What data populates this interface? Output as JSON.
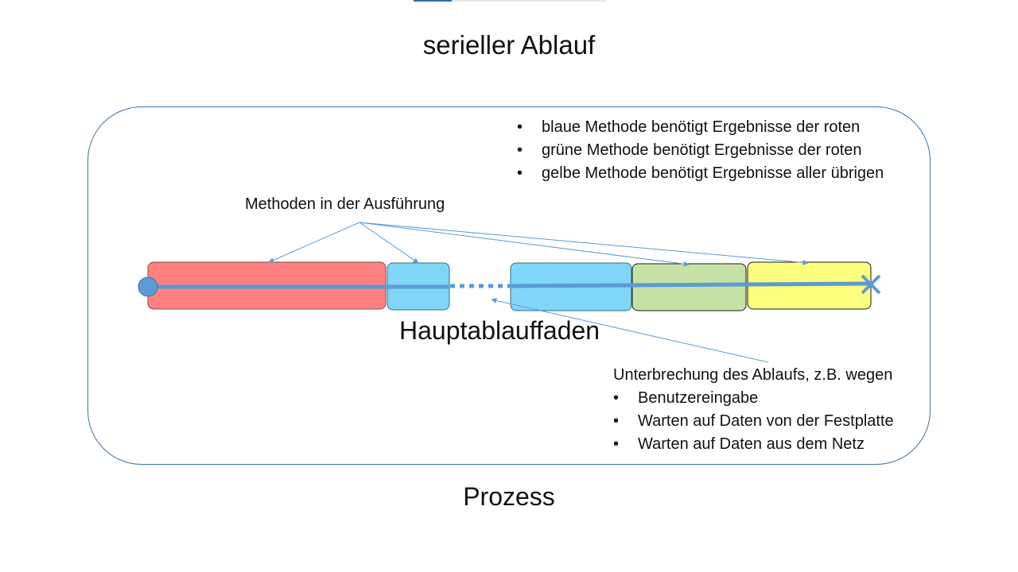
{
  "title": "serieller Ablauf",
  "notes": [
    "blaue Methode benötigt Ergebnisse der roten",
    "grüne Methode benötigt Ergebnisse der roten",
    "gelbe Methode benötigt Ergebnisse aller übrigen"
  ],
  "methods_label": "Methoden in der Ausführung",
  "thread_label": "Hauptablauffaden",
  "interruption": {
    "heading": "Unterbrechung des Ablaufs, z.B. wegen",
    "items": [
      "Benutzereingabe",
      "Warten auf Daten von der Festplatte",
      "Warten auf Daten aus dem Netz"
    ]
  },
  "process_label": "Prozess",
  "colors": {
    "red": "#ff8080",
    "blue": "#7fd6f7",
    "green": "#c6e1a6",
    "yellow": "#fbfd7c",
    "thread": "#5b9bd5",
    "arrow": "#5b9bd5",
    "border": "#3e72a8"
  }
}
